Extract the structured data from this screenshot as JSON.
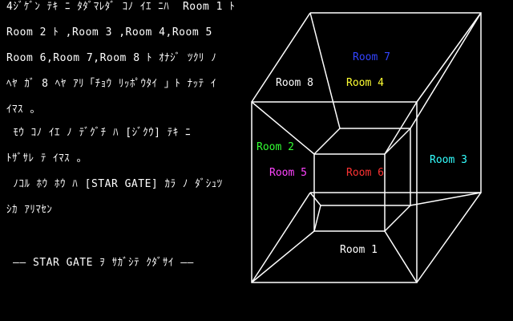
{
  "story": {
    "line1": "4ｼﾞｹﾞﾝ ﾃｷ ﾆ ﾀﾀﾞﾏﾚﾀﾞ ｺﾉ ｲｴ ﾆﾊ  Room 1 ﾄ",
    "line2": "Room 2 ﾄ ,Room 3 ,Room 4,Room 5",
    "line3": "Room 6,Room 7,Room 8 ﾄ ｵﾅｼﾞ ﾂｸﾘ ﾉ",
    "line4": "ﾍﾔ ｶﾞ 8 ﾍﾔ ｱﾘ「ﾁｮｳ ﾘｯﾎﾟｳﾀｲ 」ﾄ ﾅｯﾃ ｲ",
    "line5": "ｲﾏｽ 。",
    "line6": " ﾓｳ ｺﾉ ｲｴ ﾉ ﾃﾞｸﾞﾁ ﾊ [ｼﾞｸｳ] ﾃｷ ﾆ",
    "line7": "ﾄｻﾞｻﾚ ﾃ ｲﾏｽ 。",
    "line8": " ﾉｺﾙ ﾎｳ ﾎｳ ﾊ [STAR GATE] ｶﾗ ﾉ ﾀﾞｼｭﾂ",
    "line9": "ｼｶ ｱﾘﾏｾﾝ",
    "footer": "—— STAR GATE ｦ ｻｶﾞｼﾃ ｸﾀﾞｻｲ ——"
  },
  "rooms": {
    "room1": "Room 1",
    "room2": "Room 2",
    "room3": "Room 3",
    "room4": "Room 4",
    "room5": "Room 5",
    "room6": "Room 6",
    "room7": "Room 7",
    "room8": "Room 8"
  },
  "colors": {
    "background": "#000000",
    "text": "#ffffff",
    "room1": "#ffffff",
    "room2": "#33ff33",
    "room3": "#33ffff",
    "room4": "#ffff33",
    "room5": "#ff44ff",
    "room6": "#ff3333",
    "room7": "#3344ff",
    "room8": "#ffffff",
    "wireframe": "#ffffff"
  }
}
